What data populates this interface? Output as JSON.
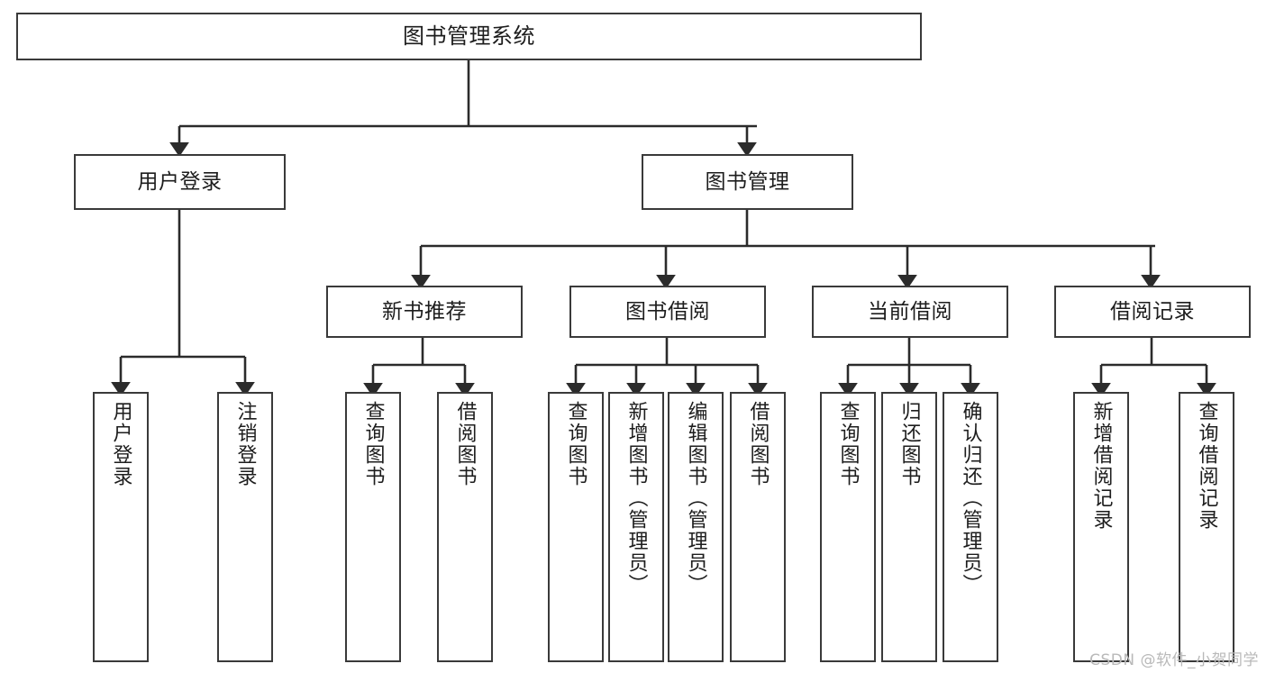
{
  "diagram": {
    "title": "图书管理系统",
    "watermark": "CSDN @软件_小贺同学",
    "colors": {
      "box_border": "#3a3a3a",
      "box_fill": "#ffffff",
      "connector": "#2b2b2b",
      "text": "#1d1d1d",
      "watermark": "#b9b9b9",
      "background": "#ffffff"
    },
    "root": {
      "label": "图书管理系统"
    },
    "level2": [
      {
        "id": "user-login",
        "label": "用户登录"
      },
      {
        "id": "book-manage",
        "label": "图书管理"
      }
    ],
    "level3": [
      {
        "id": "new-book-recommend",
        "label": "新书推荐"
      },
      {
        "id": "book-borrow",
        "label": "图书借阅"
      },
      {
        "id": "current-borrow",
        "label": "当前借阅"
      },
      {
        "id": "borrow-record",
        "label": "借阅记录"
      }
    ],
    "leaves": {
      "user_login": [
        {
          "id": "leaf-user-login",
          "label": "用户登录"
        },
        {
          "id": "leaf-logout-login",
          "label": "注销登录"
        }
      ],
      "new_book_recommend": [
        {
          "id": "leaf-query-book-1",
          "label": "查询图书"
        },
        {
          "id": "leaf-borrow-book-1",
          "label": "借阅图书"
        }
      ],
      "book_borrow": [
        {
          "id": "leaf-query-book-2",
          "label": "查询图书"
        },
        {
          "id": "leaf-add-book",
          "label": "新增图书（管理员）"
        },
        {
          "id": "leaf-edit-book",
          "label": "编辑图书（管理员）"
        },
        {
          "id": "leaf-borrow-book-2",
          "label": "借阅图书"
        }
      ],
      "current_borrow": [
        {
          "id": "leaf-query-book-3",
          "label": "查询图书"
        },
        {
          "id": "leaf-return-book",
          "label": "归还图书"
        },
        {
          "id": "leaf-confirm-return",
          "label": "确认归还（管理员）"
        }
      ],
      "borrow_record": [
        {
          "id": "leaf-add-record",
          "label": "新增借阅记录"
        },
        {
          "id": "leaf-query-record",
          "label": "查询借阅记录"
        }
      ]
    }
  }
}
